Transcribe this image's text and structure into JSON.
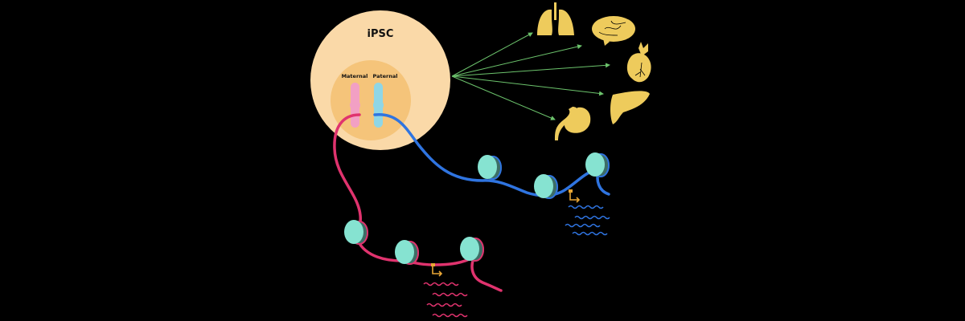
{
  "diagram": {
    "cell_label": "iPSC",
    "maternal_label": "Maternal",
    "paternal_label": "Paternal",
    "colors": {
      "background": "#000000",
      "cell_outer": "#fad9a8",
      "nucleus": "#f5c47a",
      "maternal_chromosome": "#f2a0c4",
      "paternal_chromosome": "#8fd6e6",
      "maternal_dna": "#e0336e",
      "paternal_dna": "#2f74e0",
      "nucleosome": "#86e3d1",
      "nucleosome_shadow": "#3d6e66",
      "arrow": "#6cc36c",
      "organ": "#eecb5c",
      "promoter": "#e8a635"
    },
    "organs": [
      {
        "name": "lungs"
      },
      {
        "name": "brain"
      },
      {
        "name": "heart"
      },
      {
        "name": "liver"
      },
      {
        "name": "stomach"
      }
    ],
    "maternal_transcripts": 4,
    "paternal_transcripts": 4
  }
}
